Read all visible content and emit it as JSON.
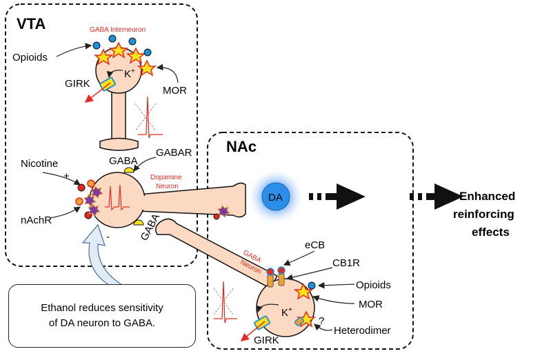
{
  "regions": {
    "vta": "VTA",
    "nac": "NAc"
  },
  "vta": {
    "gaba_interneuron": "GABA Interneuron",
    "opioids": "Opioids",
    "k_ion": "K",
    "k_sup": "+",
    "girk": "GIRK",
    "mor": "MOR",
    "gaba_top": "GABA",
    "gabar": "GABAR",
    "nicotine": "Nicotine",
    "plus": "+",
    "nachr": "nAchR",
    "dopamine_neuron_line1": "Dopamine",
    "dopamine_neuron_line2": "Neuron",
    "minus": "-",
    "gaba_lower": "GABA"
  },
  "da": "DA",
  "output": {
    "line1": "Enhanced",
    "line2": "reinforcing",
    "line3": "effects"
  },
  "nac": {
    "gaba_neuron_line1": "GABA",
    "gaba_neuron_line2": "Neuron",
    "ecb": "eCB",
    "cb1r": "CB1R",
    "opioids": "Opioids",
    "mor": "MOR",
    "question": "?",
    "heterodimer": "Heterodimer",
    "k_ion": "K",
    "k_sup": "+",
    "girk": "GIRK"
  },
  "callout": {
    "line1": "Ethanol reduces sensitivity",
    "line2": "of DA neuron to GABA."
  },
  "colors": {
    "neuron_fill": "#fcd9c2",
    "red_label": "#e8281e",
    "opioid_blue": "#1e90d8",
    "star_yellow": "#ffe21a",
    "star_red": "#e8281e",
    "nicotine_purple": "#7b3aa0",
    "receptor_orange": "#f0a030",
    "da_glow": "#3a8ef0"
  }
}
